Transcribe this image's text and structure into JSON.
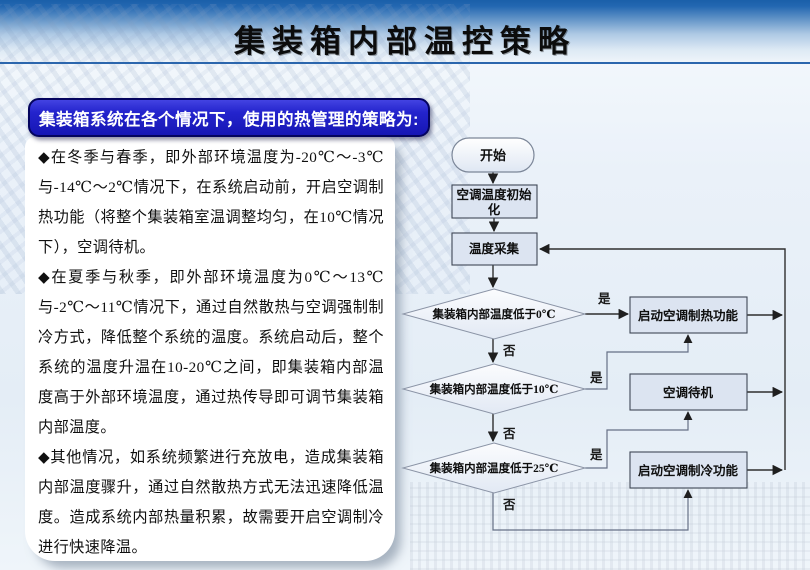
{
  "slide": {
    "title": "集装箱内部温控策略",
    "header_bar": "集装箱系统在各个情况下，使用的热管理的策略为:"
  },
  "body": {
    "paragraphs": [
      "◆在冬季与春季，即外部环境温度为-20℃～-3℃与-14℃～2℃情况下，在系统启动前，开启空调制热功能（将整个集装箱室温调整均匀，在10℃情况下），空调待机。",
      "◆在夏季与秋季，即外部环境温度为0℃～13℃与-2℃～11℃情况下，通过自然散热与空调强制制冷方式，降低整个系统的温度。系统启动后，整个系统的温度升温在10-20℃之间，即集装箱内部温度高于外部环境温度，通过热传导即可调节集装箱内部温度。",
      "◆其他情况，如系统频繁进行充放电，造成集装箱内部温度骤升，通过自然散热方式无法迅速降低温度。造成系统内部热量积累，故需要开启空调制冷进行快速降温。"
    ]
  },
  "flowchart": {
    "start": "开始",
    "init_lines": [
      "空调温度初始",
      "化"
    ],
    "collect": "温度采集",
    "decision1": "集装箱内部温度低于0℃",
    "decision2": "集装箱内部温度低于10℃",
    "decision3": "集装箱内部温度低于25℃",
    "action_heat": "启动空调制热功能",
    "action_standby": "空调待机",
    "action_cool": "启动空调制冷功能",
    "yes_label": "是",
    "no_label": "否"
  },
  "colors": {
    "header_blue": "#1a5fa9",
    "title_rule_blue": "#2b66ad",
    "bar_blue": "#2424cd",
    "bar_border": "#04045e",
    "node_fill": "#dce4f1",
    "diamond_fill": "#eef2f9",
    "line_color": "#2f2f2f"
  }
}
